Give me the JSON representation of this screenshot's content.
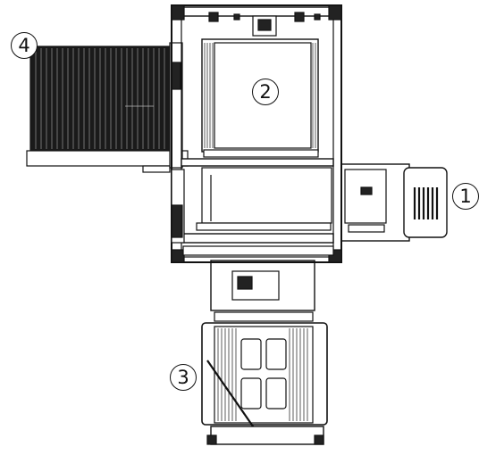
{
  "callouts": {
    "c1": "1",
    "c2": "2",
    "c3": "3",
    "c4": "4"
  },
  "colors": {
    "line": "#111111",
    "dark_fill": "#1a1a1a",
    "background": "#ffffff"
  }
}
